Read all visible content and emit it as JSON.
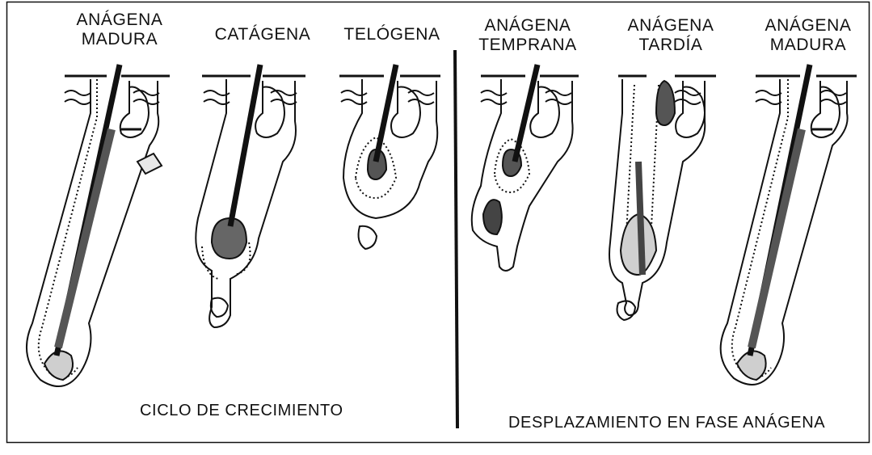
{
  "growth_cycle": {
    "stages": [
      {
        "line1": "ANÁGENA",
        "line2": "MADURA"
      },
      {
        "line1": "CATÁGENA",
        "line2": ""
      },
      {
        "line1": "TELÓGENA",
        "line2": ""
      }
    ],
    "caption": "CICLO DE CRECIMIENTO"
  },
  "anagen_displacement": {
    "stages": [
      {
        "line1": "ANÁGENA",
        "line2": "TEMPRANA"
      },
      {
        "line1": "ANÁGENA",
        "line2": "TARDÍA"
      },
      {
        "line1": "ANÁGENA",
        "line2": "MADURA"
      }
    ],
    "caption": "DESPLAZAMIENTO EN FASE ANÁGENA"
  },
  "colors": {
    "ink": "#111111",
    "shade": "#555555",
    "background": "#ffffff"
  }
}
